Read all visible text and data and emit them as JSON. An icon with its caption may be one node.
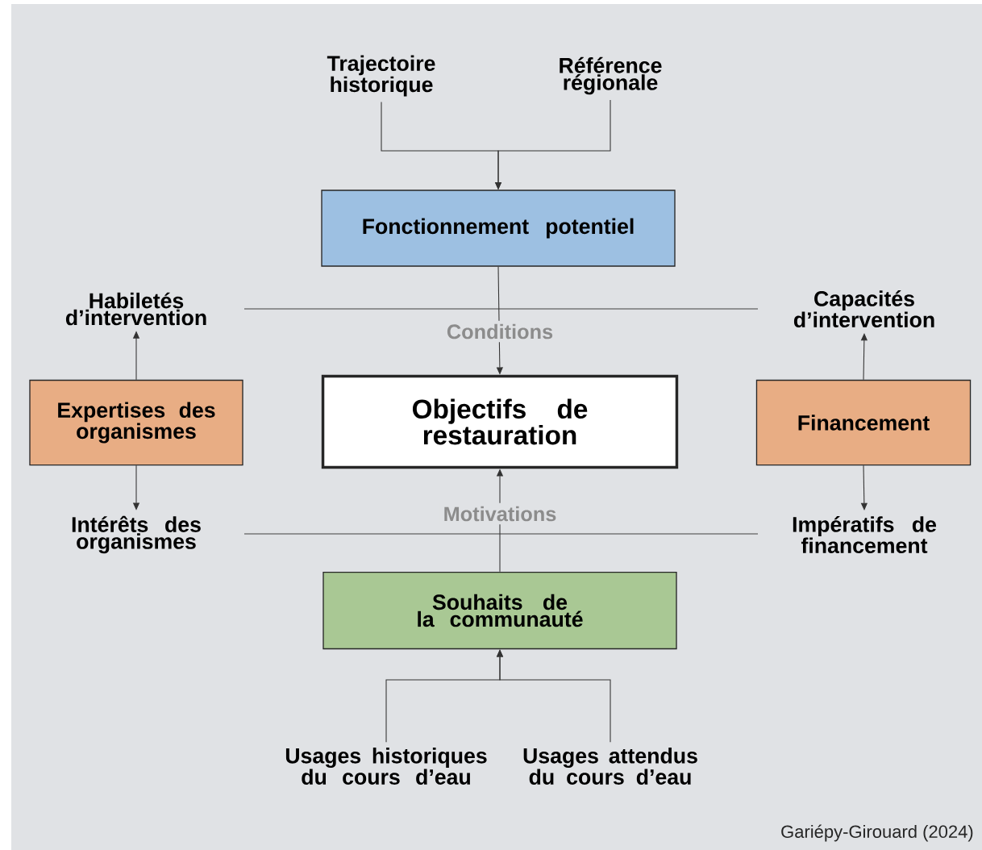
{
  "diagram": {
    "nodes": [
      {
        "text": [
          "Trajectoire historique"
        ]
      },
      {
        "text": [
          "Référence régionale"
        ]
      },
      {
        "text": [
          "Fonctionnement potentiel"
        ]
      },
      {
        "text": [
          "Habiletés d’intervention"
        ]
      },
      {
        "text": [
          "Capacités d’intervention"
        ]
      },
      {
        "text": [
          "Expertises des organismes"
        ]
      },
      {
        "text": [
          "Objectifs de restauration"
        ]
      },
      {
        "text": [
          "Financement"
        ]
      },
      {
        "text": [
          "Intérêts des organismes"
        ]
      },
      {
        "text": [
          "Impératifs de financement"
        ]
      },
      {
        "text": [
          "Souhaits de la communauté"
        ]
      },
      {
        "text": [
          "Usages historiques du cours d’eau"
        ]
      },
      {
        "text": [
          "Usages attendus du cours d’eau"
        ]
      }
    ],
    "edges": [
      {
        "from": 0,
        "to": 2,
        "arrow": "to"
      },
      {
        "from": 1,
        "to": 2,
        "arrow": "to"
      },
      {
        "from": 2,
        "to": 6,
        "arrow": "to",
        "label": "Conditions"
      },
      {
        "from": 5,
        "to": 3,
        "arrow": "to"
      },
      {
        "from": 5,
        "to": 8,
        "arrow": "to"
      },
      {
        "from": 7,
        "to": 4,
        "arrow": "to"
      },
      {
        "from": 7,
        "to": 9,
        "arrow": "to"
      },
      {
        "from": 10,
        "to": 6,
        "arrow": "to",
        "label": "Motivations"
      },
      {
        "from": 11,
        "to": 10,
        "arrow": "to"
      },
      {
        "from": 12,
        "to": 10,
        "arrow": "to"
      }
    ],
    "labels": [
      "Gariépy-Girouard (2024)"
    ]
  }
}
